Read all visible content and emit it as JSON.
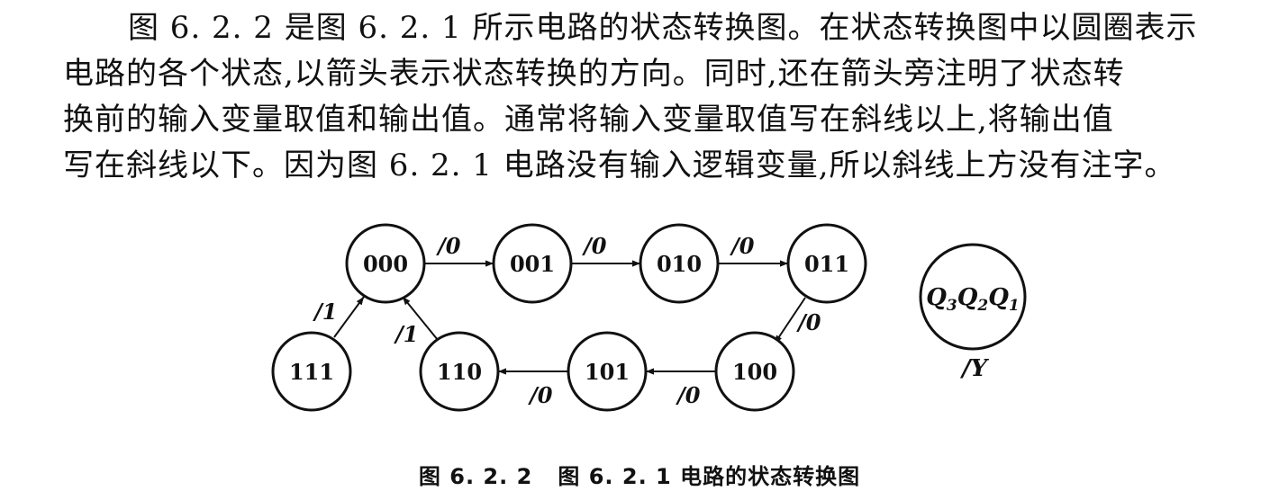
{
  "paragraph": {
    "lines": [
      "图 6. 2. 2 是图 6. 2. 1 所示电路的状态转换图。在状态转换图中以圆圈表示",
      "电路的各个状态,以箭头表示状态转换的方向。同时,还在箭头旁注明了状态转",
      "换前的输入变量取值和输出值。通常将输入变量取值写在斜线以上,将输出值",
      "写在斜线以下。因为图 6. 2. 1 电路没有输入逻辑变量,所以斜线上方没有注字。"
    ]
  },
  "diagram": {
    "states": [
      {
        "id": "s000",
        "label": "000"
      },
      {
        "id": "s001",
        "label": "001"
      },
      {
        "id": "s010",
        "label": "010"
      },
      {
        "id": "s011",
        "label": "011"
      },
      {
        "id": "s100",
        "label": "100"
      },
      {
        "id": "s101",
        "label": "101"
      },
      {
        "id": "s110",
        "label": "110"
      },
      {
        "id": "s111",
        "label": "111"
      }
    ],
    "transitions": [
      {
        "from": "000",
        "to": "001",
        "label": "/0"
      },
      {
        "from": "001",
        "to": "010",
        "label": "/0"
      },
      {
        "from": "010",
        "to": "011",
        "label": "/0"
      },
      {
        "from": "011",
        "to": "100",
        "label": "/0"
      },
      {
        "from": "100",
        "to": "101",
        "label": "/0"
      },
      {
        "from": "101",
        "to": "110",
        "label": "/0"
      },
      {
        "from": "110",
        "to": "000",
        "label": "/1"
      },
      {
        "from": "111",
        "to": "000",
        "label": "/1"
      }
    ],
    "legend": {
      "state_symbol": "Q",
      "subscripts": [
        "3",
        "2",
        "1"
      ],
      "output_label": "/Y"
    }
  },
  "caption": "图 6. 2. 2   图 6. 2. 1 电路的状态转换图"
}
